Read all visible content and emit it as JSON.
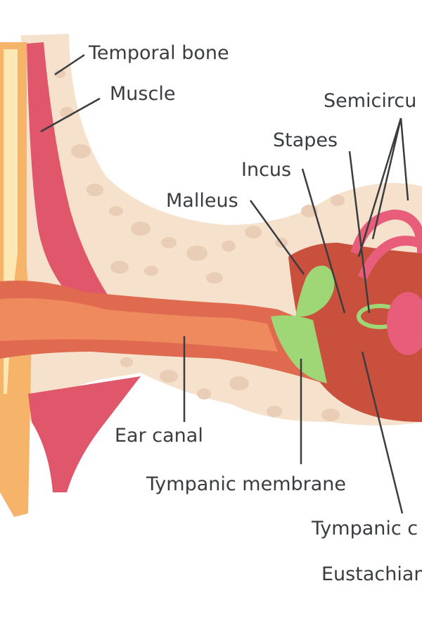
{
  "labels": {
    "temporal_bone": "Temporal bone",
    "muscle": "Muscle",
    "semicircular": "Semicircu",
    "stapes": "Stapes",
    "incus": "Incus",
    "malleus": "Malleus",
    "ear_canal": "Ear canal",
    "tympanic_membrane": "Tympanic membrane",
    "tympanic_cavity": "Tympanic c",
    "eustachian": "Eustachian"
  },
  "colors": {
    "bone": "#f5e1cc",
    "bone_pore": "#e9cdb6",
    "muscle": "#e0566a",
    "canal": "#df6a4f",
    "canal_light": "#ef8a5e",
    "membrane": "#9fd676",
    "ossicle": "#9fd676",
    "cochlea": "#e85d7a",
    "cavity": "#c9503c",
    "leader": "#3a3d40"
  }
}
